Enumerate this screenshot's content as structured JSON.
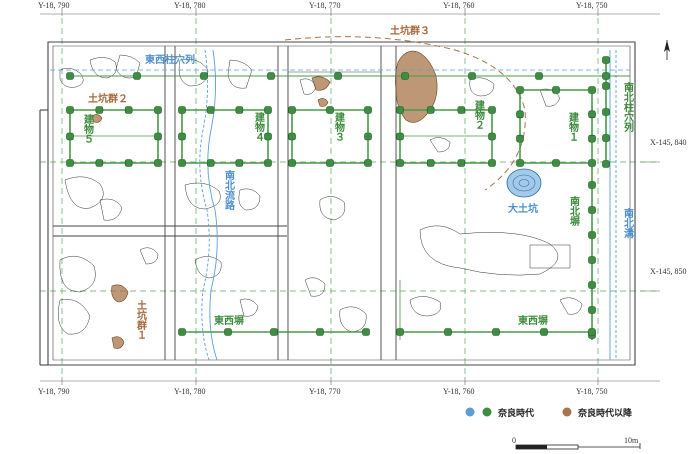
{
  "grid_labels": {
    "top": [
      "Y-18, 790",
      "Y-18, 780",
      "Y-18, 770",
      "Y-18, 760",
      "Y-18, 750"
    ],
    "bottom": [
      "Y-18, 790",
      "Y-18, 780",
      "Y-18, 770",
      "Y-18, 760",
      "Y-18, 750"
    ],
    "right": [
      "X-145, 840",
      "X-145, 850"
    ]
  },
  "features": {
    "dokou_3": "土坑群３",
    "dokou_2": "土坑群２",
    "dokou_1": "土坑群１",
    "touzai_hashira": "東西柱穴列",
    "nanboku_hashira": "南北柱穴列",
    "tatemono_5": "建物５",
    "tatemono_4": "建物４",
    "tatemono_3": "建物３",
    "tatemono_2": "建物２",
    "tatemono_1": "建物１",
    "nanboku_ryuro": "南北流路",
    "nanboku_hei": "南北塀",
    "nanboku_mizo": "南北溝",
    "dai_dokou": "大土坑",
    "touzai_hei_left": "東西塀",
    "touzai_hei_right": "東西塀"
  },
  "legend": {
    "nara": "奈良時代",
    "post_nara": "奈良時代以降",
    "colors": {
      "blue": "#5a9fd8",
      "green": "#3e8e41",
      "brown": "#a8744a"
    }
  },
  "scale": {
    "zero": "0",
    "ten": "10m"
  },
  "north": "N"
}
